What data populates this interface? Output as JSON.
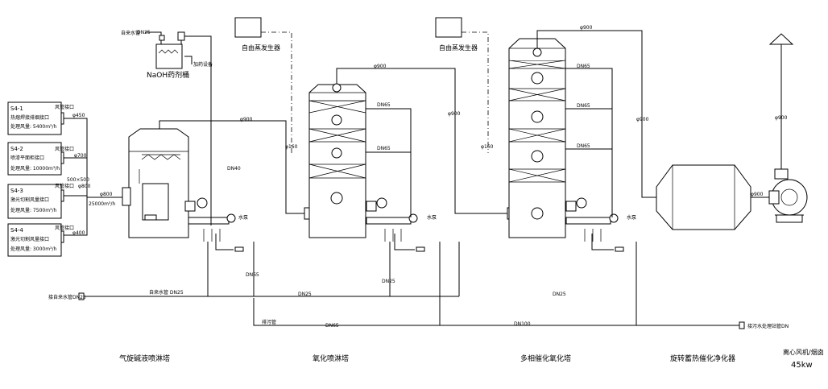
{
  "sources": [
    {
      "id": "S4-1",
      "note": "风管接口",
      "line2": "热熔焊接排烟接口",
      "line3": "处理风量: 5400m³/h"
    },
    {
      "id": "S4-2",
      "note": "风管接口",
      "line2": "喷漆平面柜接口",
      "line3": "处理风量: 10000m³/h"
    },
    {
      "id": "S4-3",
      "note": "风管接口",
      "line2": "激光切割风量接口",
      "line3": "处理风量: 7500m³/h"
    },
    {
      "id": "S4-4",
      "note": "风管接口",
      "line2": "激光切割风量接口",
      "line3": "处理风量: 3000m³/h"
    }
  ],
  "labels": {
    "phi450": "φ450",
    "phi700": "φ700",
    "phi800a": "φ800",
    "d500": "500×500",
    "phi400": "φ400",
    "phi800b": "φ800",
    "flow_total": "25000m³/h",
    "phi900_1": "φ900",
    "phi900_2": "φ900",
    "phi900_3": "φ900",
    "phi900_4": "φ900",
    "phi900_5": "φ900",
    "phi900_6": "φ900",
    "phi900_7": "φ900",
    "phi160a": "φ160",
    "phi160b": "φ160",
    "dn40": "DN40",
    "dn25_top": "DN25",
    "dn65_a": "DN65",
    "dn65_b": "DN65",
    "dn65_c": "DN65",
    "dn65_d": "DN65",
    "dn65_e": "DN65",
    "dn65_f": "DN65",
    "dn65_g": "DN65",
    "dn25_a": "DN25",
    "dn25_b": "DN25",
    "dn25_c": "DN25",
    "dn100": "DN100",
    "naoh_tank": "NaOH药剂桶",
    "steam_gen_1": "自由蒸发生器",
    "steam_gen_2": "自由蒸发生器",
    "water_supply": "自来水管 DN25",
    "water_inlet_left": "接自来水管DN25",
    "drain_right": "接污水处理站管DN",
    "drain_pipe": "排污管",
    "pump1": "水泵",
    "pump2": "水泵",
    "pump3": "水泵",
    "dosing": "加药设备",
    "top_valve": "自来水管",
    "title_1": "气旋碱液喷淋塔",
    "title_2": "氧化喷淋塔",
    "title_3": "多相催化氧化塔",
    "title_4": "旋转蓄热催化净化器",
    "title_5": "离心风机/烟囱",
    "motor_power": "45kw"
  }
}
